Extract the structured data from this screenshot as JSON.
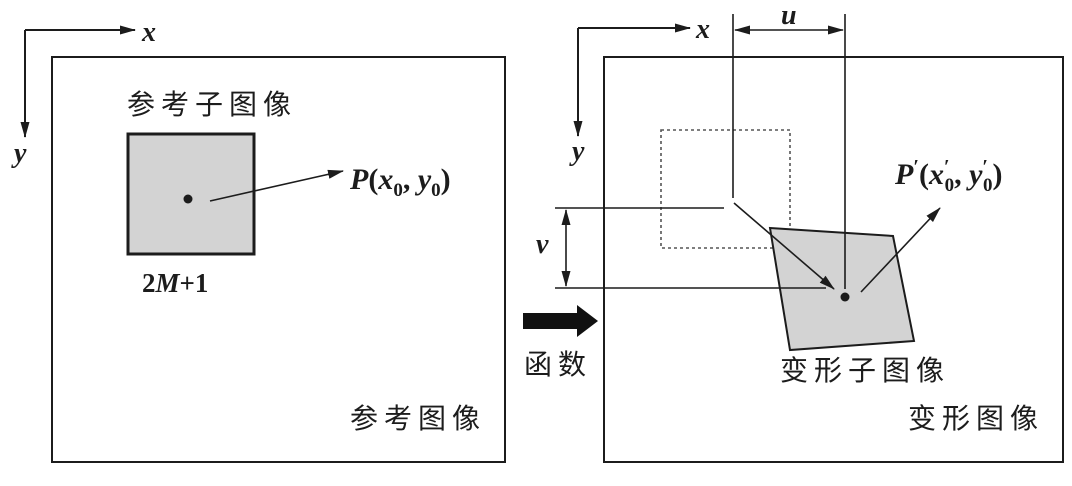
{
  "reference": {
    "axis_x_label": "x",
    "axis_y_label": "y",
    "subimage_label": "参考子图像",
    "point_label": [
      "P",
      "(",
      "x",
      "0",
      ", ",
      "y",
      "0",
      ")"
    ],
    "size_label": [
      "2",
      "M",
      "+1"
    ],
    "image_label": "参考图像"
  },
  "transform": {
    "label": "函数"
  },
  "deformed": {
    "axis_x_label": "x",
    "axis_y_label": "y",
    "u_label": "u",
    "v_label": "v",
    "point_label": [
      "P",
      "′",
      "(",
      "x",
      "′",
      "0",
      ", ",
      "y",
      "′",
      "0",
      ")"
    ],
    "subimage_label": "变形子图像",
    "image_label": "变形图像"
  },
  "colors": {
    "line": "#1c1c1c",
    "subimage_fill": "#d3d3d3",
    "background": "#ffffff"
  }
}
